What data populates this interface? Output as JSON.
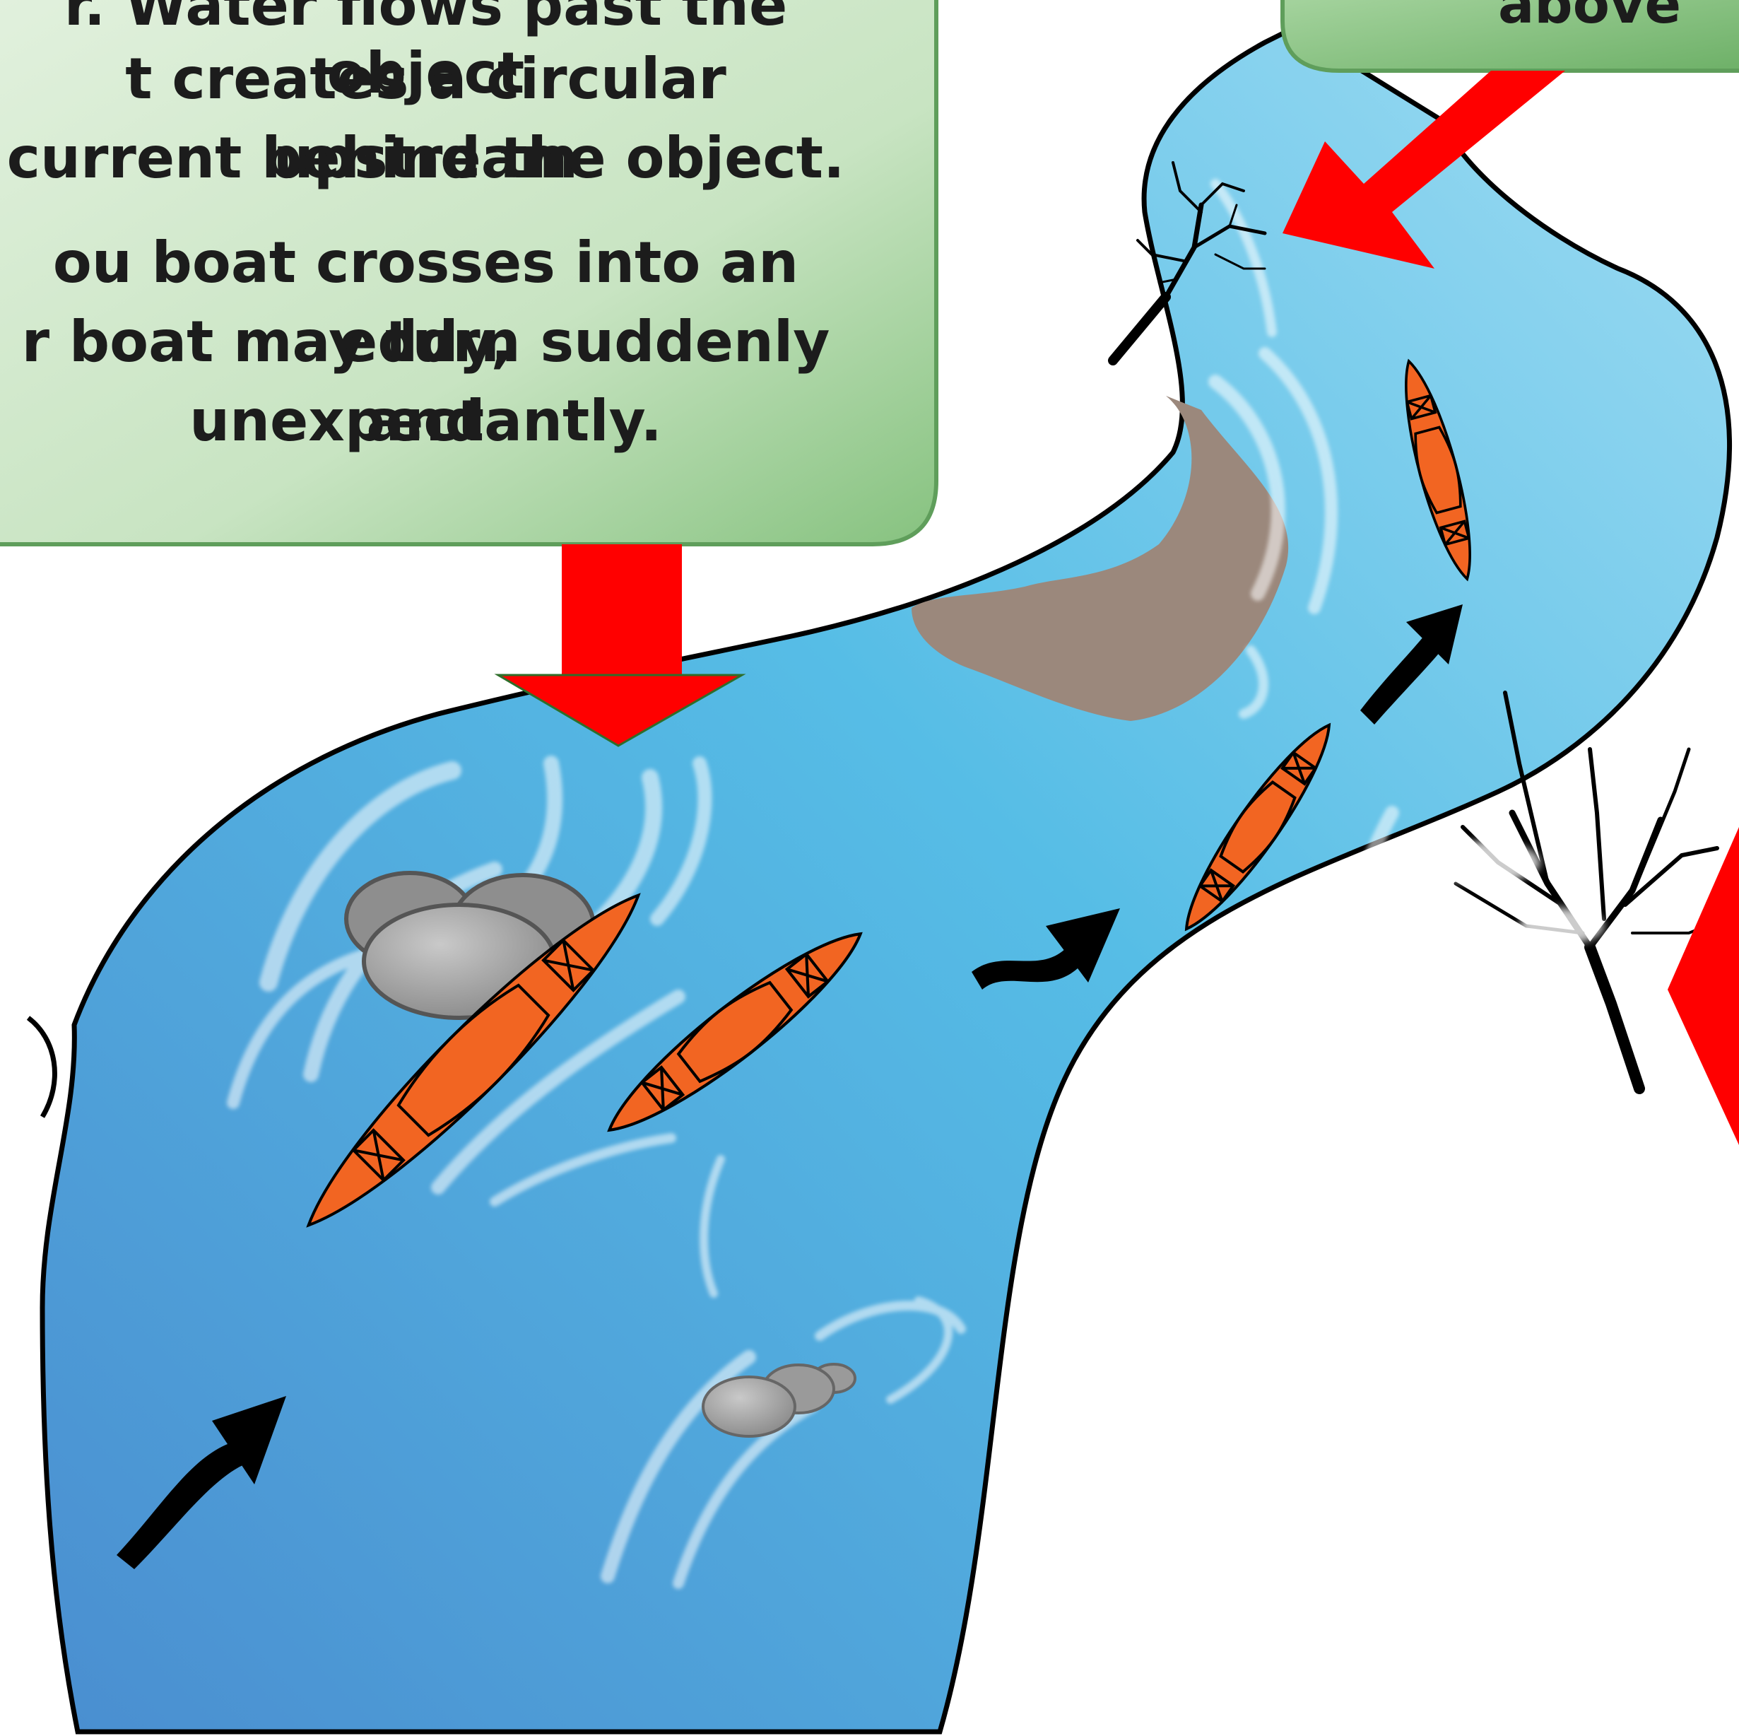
{
  "callout_eddy": {
    "lines_paragraph_1": [
      "r. Water flows past the object",
      "t creates a circular upstream",
      "current behind the object."
    ],
    "lines_paragraph_2": [
      "ou boat crosses into an eddy,",
      "r boat may turn suddenly and",
      "unexpectantly."
    ]
  },
  "callout_top_right": {
    "text": "above"
  },
  "colors": {
    "callout_green_light": "#dcefd8",
    "callout_green_dark": "#7ab876",
    "callout_border": "#5f9e5b",
    "river_dark": "#4a8fd0",
    "river_light": "#6fcdec",
    "arrow_red": "#ff0000",
    "kayak_orange": "#f26522",
    "rock_grey": "#9a9a9a",
    "sandbar_brown": "#9b887c",
    "flow_arrow_black": "#000000"
  },
  "icons": [
    "kayak-icon",
    "flow-arrow-icon",
    "rock-icon",
    "tree-icon",
    "pointer-arrow-icon"
  ]
}
